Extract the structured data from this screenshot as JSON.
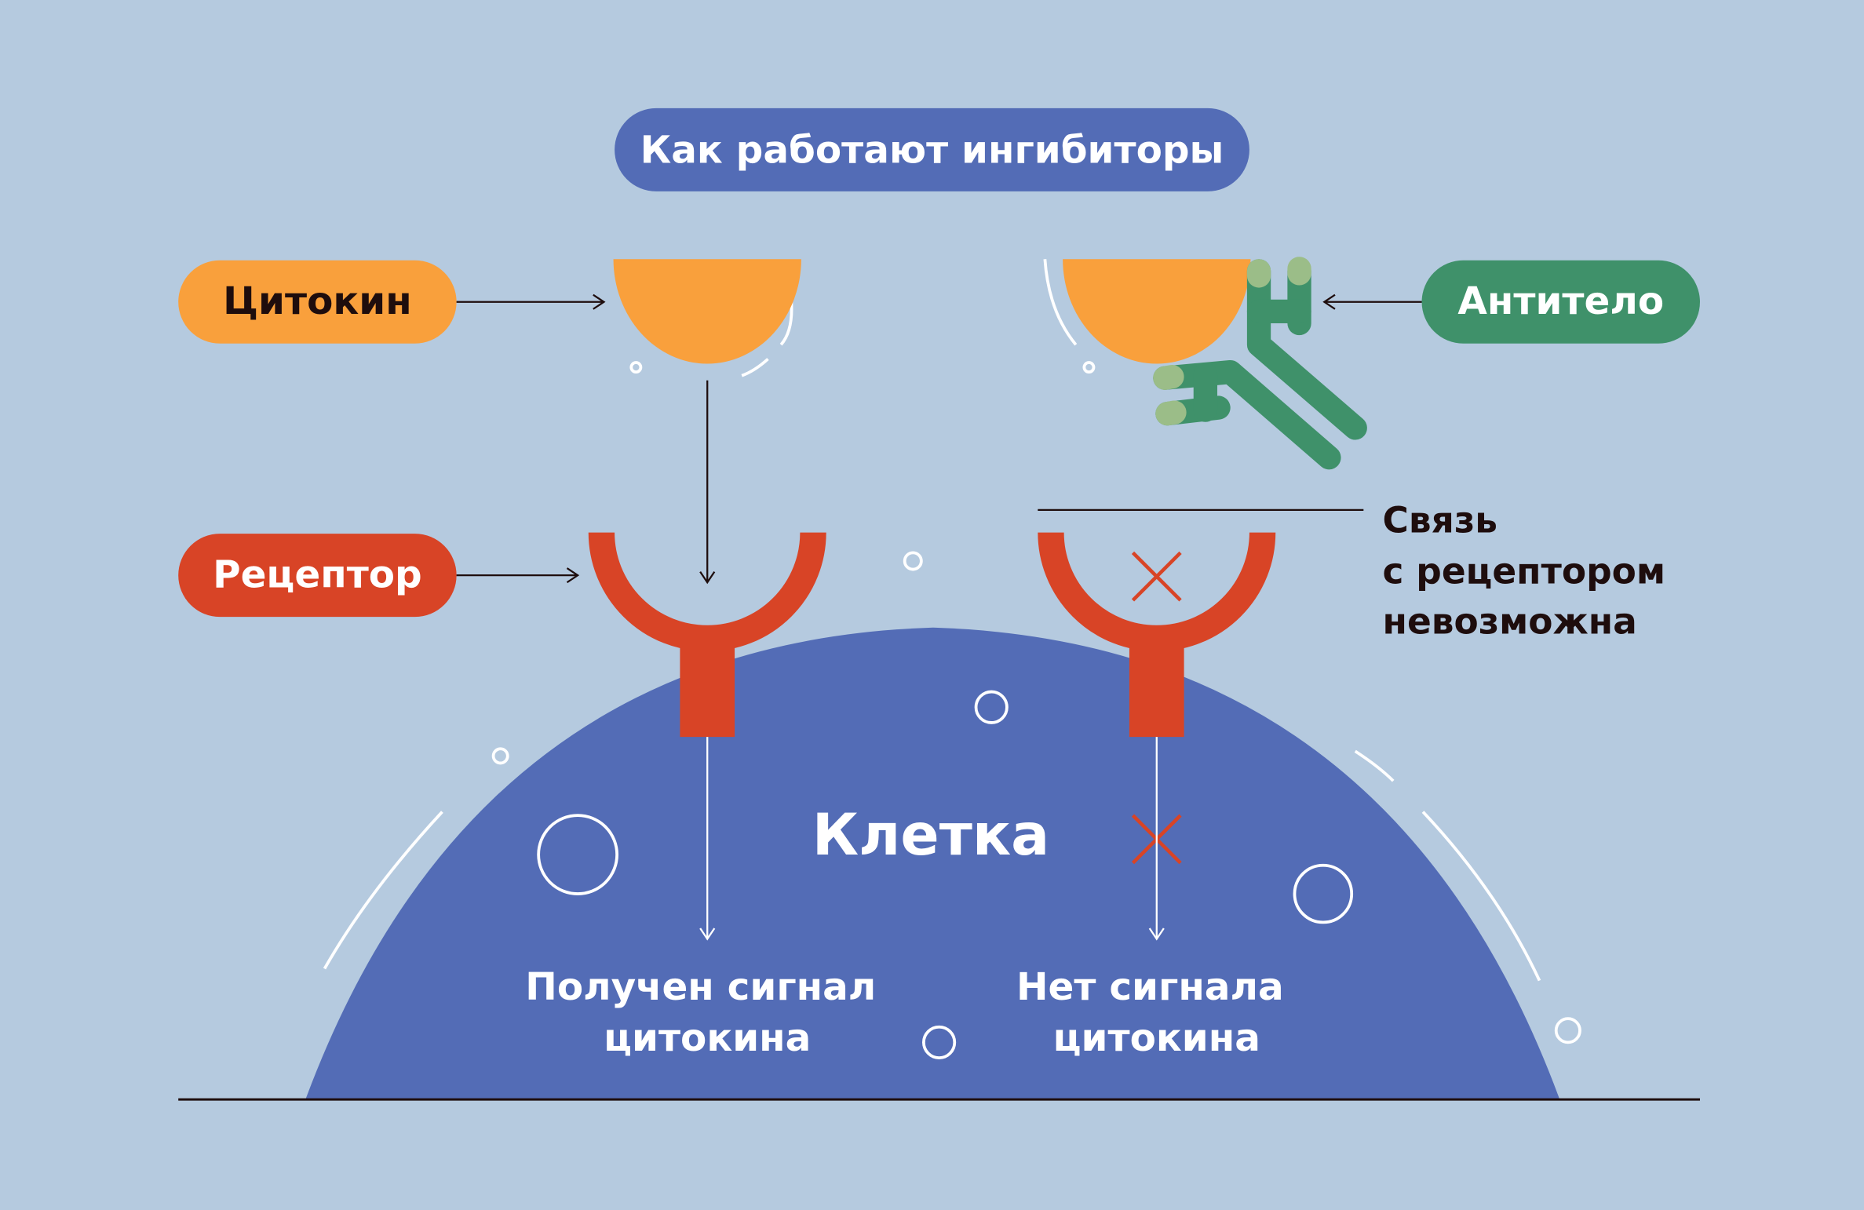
{
  "title": "Как работают ингибиторы",
  "labels": {
    "cytokine": "Цитокин",
    "antibody": "Антитело",
    "receptor": "Рецептор",
    "cell": "Клетка",
    "no_binding": [
      "Связь",
      "с рецептором",
      "невозможна"
    ],
    "signal_received": [
      "Получен сигнал",
      "цитокина"
    ],
    "no_signal": [
      "Нет сигнала",
      "цитокина"
    ]
  },
  "colors": {
    "background": "#b5cadf",
    "title_pill": "#536cb6",
    "cytokine": "#f9a03c",
    "receptor": "#d84426",
    "antibody": "#3f916a",
    "antibody_tip": "#9bbd88",
    "cell": "#536cb6",
    "text_dark": "#1e0d0d"
  }
}
